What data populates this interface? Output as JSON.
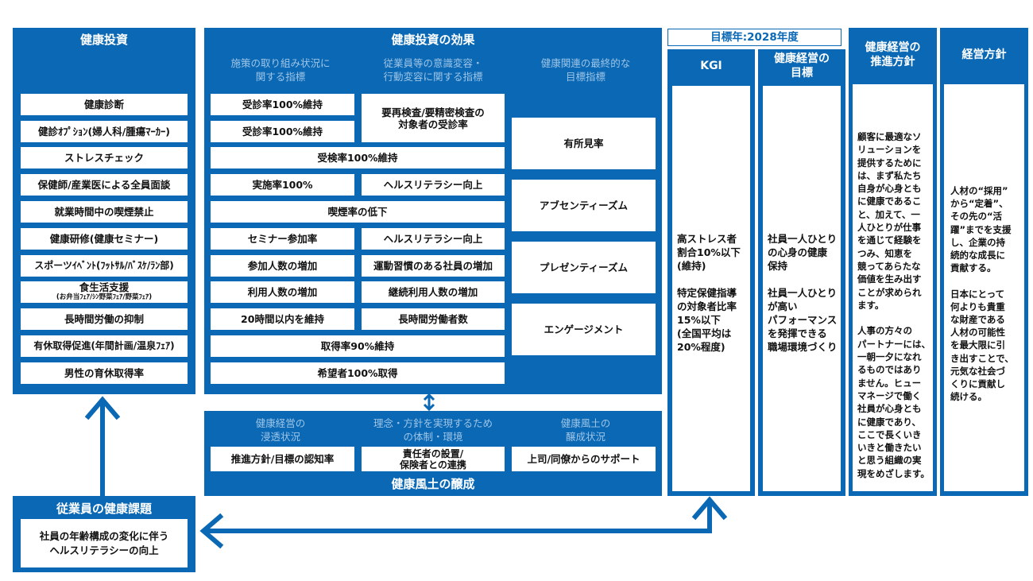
{
  "investment": {
    "title": "健康投資",
    "items": [
      {
        "label": "健康診断"
      },
      {
        "label": "健診ｵﾌﾟｼｮﾝ(婦人科/腫瘍ﾏｰｶｰ)"
      },
      {
        "label": "ストレスチェック"
      },
      {
        "label": "保健師/産業医による全員面談"
      },
      {
        "label": "就業時間中の喫煙禁止"
      },
      {
        "label": "健康研修(健康セミナー)"
      },
      {
        "label": "スポーツｲﾍﾞﾝﾄ(ﾌｯﾄｻﾙ/ﾊﾞｽｹ/ﾗﾝ部)"
      },
      {
        "label": "食生活支援",
        "sub": "(お弁当ﾌｪｱ/ｼﾝ野菜ﾌｪｱ/野菜ﾌｪｱ)"
      },
      {
        "label": "長時間労働の抑制"
      },
      {
        "label": "有休取得促進(年間計画/温泉ﾌｪｱ)"
      },
      {
        "label": "男性の育休取得率"
      }
    ]
  },
  "effects": {
    "title": "健康投資の効果",
    "col_headers": [
      "施策の取り組み状況に\n関する指標",
      "従業員等の意識変容・\n行動変容に関する指標",
      "健康関連の最終的な\n目標指標"
    ],
    "boxes": {
      "b1": "受診率100%維持",
      "b2": "受診率100%維持",
      "b3": "要再検査/要精密検査の\n対象者の受診率",
      "b4": "受検率100%維持",
      "b5": "実施率100%",
      "b6": "ヘルスリテラシー向上",
      "b7": "喫煙率の低下",
      "b8": "セミナー参加率",
      "b9": "ヘルスリテラシー向上",
      "b10": "参加人数の増加",
      "b11": "運動習慣のある社員の増加",
      "b12": "利用人数の増加",
      "b13": "継続利用人数の増加",
      "b14": "20時間以内を維持",
      "b15": "長時間労働者数",
      "b16": "取得率90%維持",
      "b17": "希望者100%取得"
    },
    "final": [
      "有所見率",
      "アブセンティーズム",
      "プレゼンティーズム",
      "エンゲージメント"
    ]
  },
  "culture": {
    "title": "健康風土の醸成",
    "col_headers": [
      "健康経営の\n浸透状況",
      "理念・方針を実現するため\nの体制・環境",
      "健康風土の\n醸成状況"
    ],
    "boxes": [
      "推進方針/目標の認知率",
      "責任者の設置/\n保険者との連携",
      "上司/同僚からのサポート"
    ]
  },
  "target_year": "目標年:2028年度",
  "kgi": {
    "title": "KGI",
    "text": "高ストレス者\n割合10%以下\n(維持)\n\n特定保健指導\nの対象者比率\n15%以下\n(全国平均は\n20%程度)"
  },
  "goal": {
    "title": "健康経営の\n目標",
    "text": "社員一人ひとり\nの心身の健康\n保持\n\n社員一人ひとり\nが高い\nパフォーマンス\nを発揮できる\n職場環境づくり"
  },
  "policy": {
    "title": "健康経営の\n推進方針",
    "text": "顧客に最適なソ\nリューションを\n提供するために\nは、まず私たち\n自身が心身とも\nに健康であるこ\nと、加えて、一\n人ひとりが仕事\nを通じて経験を\nつみ、知恵を\n競ってあらたな\n価値を生み出す\nことが求められ\nます。\n\n人事の方々の\nパートナーには、\n一朝一夕になれ\nるものではあり\nません。ヒュー\nマネージで働く\n社員が心身とも\nに健康であり、\nここで長くいき\nいきと働きたい\nと思う組織の実\n現をめざします。"
  },
  "mgmt": {
    "title": "経営方針",
    "text": "人材の“採用”\nから“定着”、\nその先の“活\n躍”までを支援\nし、企業の持\n続的な成長に\n貢献する。\n\n日本にとって\n何よりも貴重\nな財産である\n人材の可能性\nを最大限に引\nき出すことで、\n元気な社会づ\nくりに貢献し\n続ける。"
  },
  "issue": {
    "title": "従業員の健康課題",
    "text": "社員の年齢構成の変化に伴う\nヘルスリテラシーの向上"
  },
  "colors": {
    "brand_blue": "#0a68b5",
    "subtext": "#9ec5e6"
  }
}
